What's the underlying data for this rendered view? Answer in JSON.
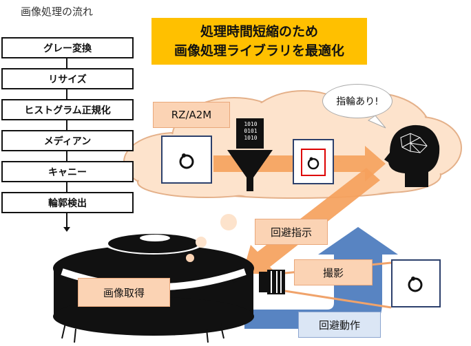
{
  "section_title": "画像処理の流れ",
  "pipeline": {
    "steps": [
      "グレー変換",
      "リサイズ",
      "ヒストグラム正規化",
      "メディアン",
      "キャニー",
      "輪郭検出"
    ]
  },
  "banner": {
    "line1": "処理時間短縮のため",
    "line2": "画像処理ライブラリを最適化"
  },
  "cloud": {
    "platform_label": "RZ/A2M",
    "speech_bubble": "指輪あり!",
    "binary_lines": [
      "1010",
      "0101",
      "1010"
    ]
  },
  "labels": {
    "avoid_instruction": "回避指示",
    "capture": "撮影",
    "image_acquire": "画像取得",
    "avoid_move": "回避動作"
  },
  "colors": {
    "banner": "#ffc000",
    "orange_arrow": "#f5a15c",
    "blue_arrow": "#4f7dbf",
    "label_fill": "#fbd3b4",
    "cloud_fill": "#fde3cc"
  }
}
